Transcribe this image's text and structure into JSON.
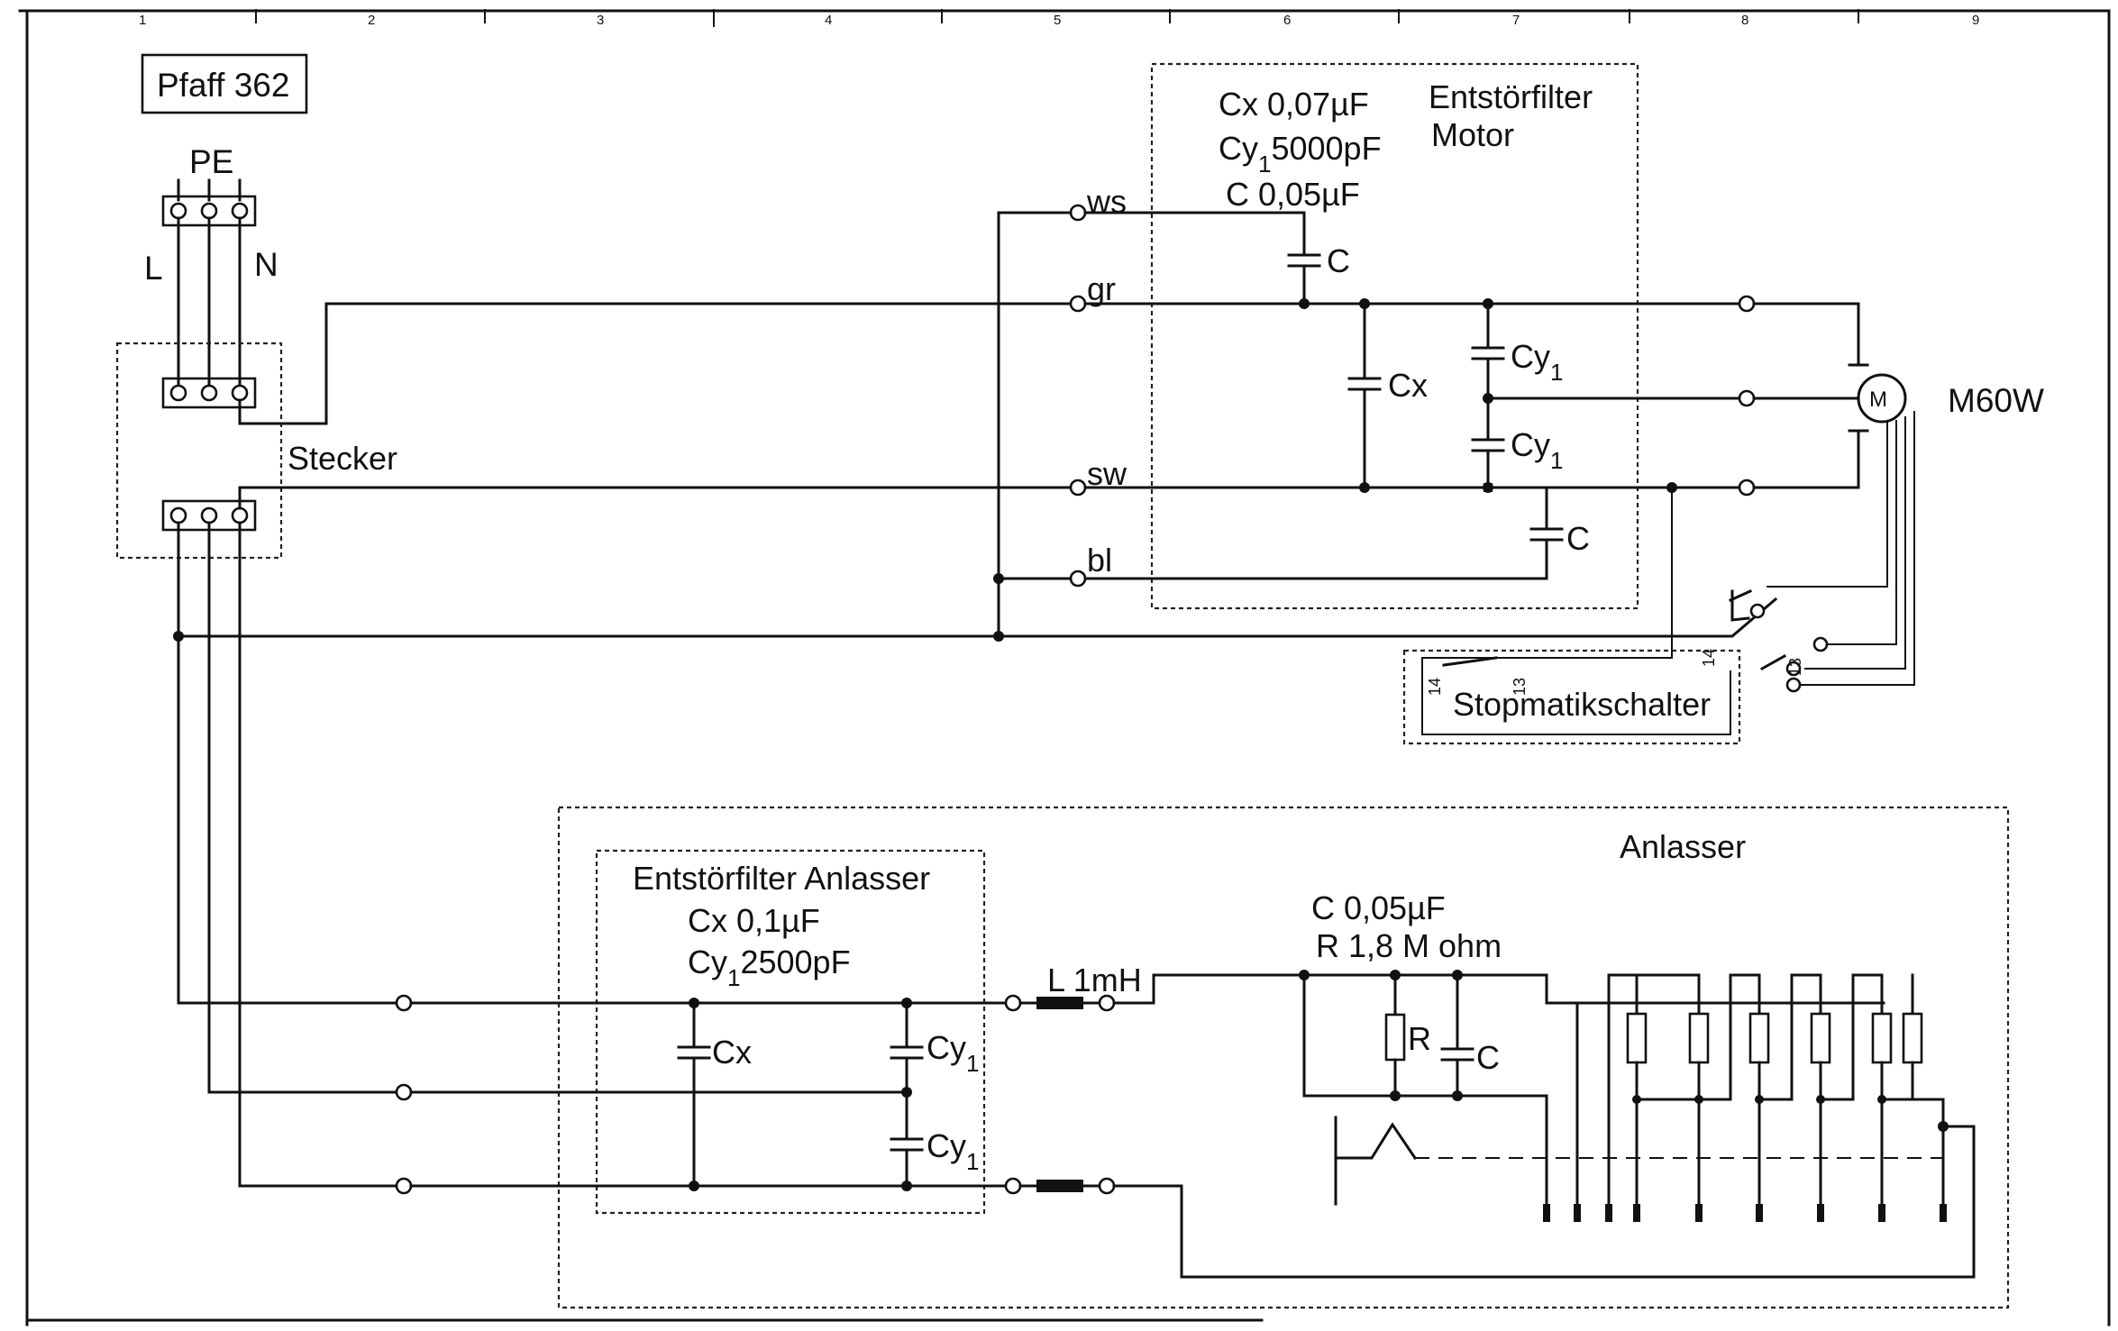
{
  "columns": [
    "1",
    "2",
    "3",
    "4",
    "5",
    "6",
    "7",
    "8",
    "9"
  ],
  "title": "Pfaff 362",
  "mains": {
    "pe": "PE",
    "l": "L",
    "n": "N",
    "plug": "Stecker"
  },
  "motor_filter": {
    "title_line1": "Entstörfilter",
    "title_line2": "Motor",
    "spec_cx": "Cx 0,07µF",
    "spec_cy_prefix": "Cy",
    "spec_cy_sub": "1",
    "spec_cy_value": "5000pF",
    "spec_c": "C 0,05µF",
    "wires": {
      "ws": "ws",
      "gr": "gr",
      "sw": "sw",
      "bl": "bl"
    },
    "cap_c": "C",
    "cap_cx": "Cx",
    "cap_cy": "Cy",
    "cap_sub": "1"
  },
  "motor": {
    "label": "M60W",
    "symbol": "M"
  },
  "stop_switch": {
    "label": "Stopmatikschalter",
    "pin_14": "14",
    "pin_13": "13"
  },
  "starter": {
    "title": "Anlasser",
    "filter_title": "Entstörfilter Anlasser",
    "spec_cx": "Cx 0,1µF",
    "spec_cy_prefix": "Cy",
    "spec_cy_sub": "1",
    "spec_cy_value": "2500pF",
    "inductor": "L 1mH",
    "spec_c": "C 0,05µF",
    "spec_r": "R 1,8 M ohm",
    "res_r": "R",
    "cap_c": "C",
    "cap_cx": "Cx",
    "cap_cy": "Cy",
    "cap_sub": "1"
  }
}
